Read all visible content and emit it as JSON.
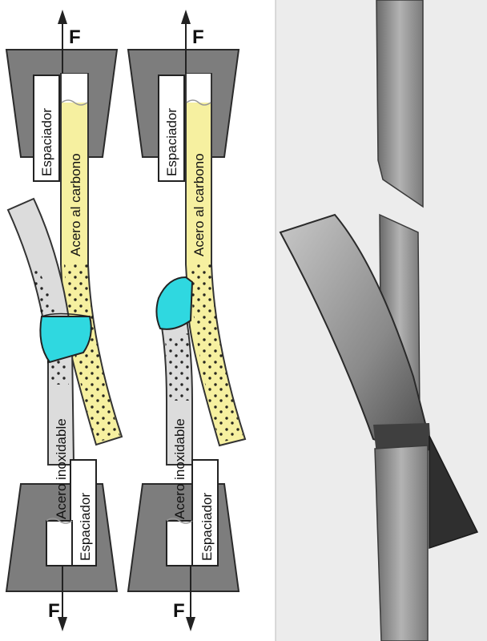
{
  "labels": {
    "force": "F",
    "spacer": "Espaciador",
    "carbon_steel": "Acero al carbono",
    "stainless_steel": "Acero inoxidable"
  },
  "colors": {
    "grip": "#7d7d7d",
    "grip_outline": "#2a2a2a",
    "carbon_steel": "#f6f0a0",
    "stainless_steel": "#dcdcdc",
    "weld": "#2fd8e0",
    "photo_background": "#ececec",
    "photo_metal": "#9a9a9a"
  },
  "panels": [
    {
      "id": "diagram-left",
      "state": "weld-fractured"
    },
    {
      "id": "diagram-right",
      "state": "base-metal-bent"
    },
    {
      "id": "photo",
      "content": "tested specimen photograph"
    }
  ]
}
